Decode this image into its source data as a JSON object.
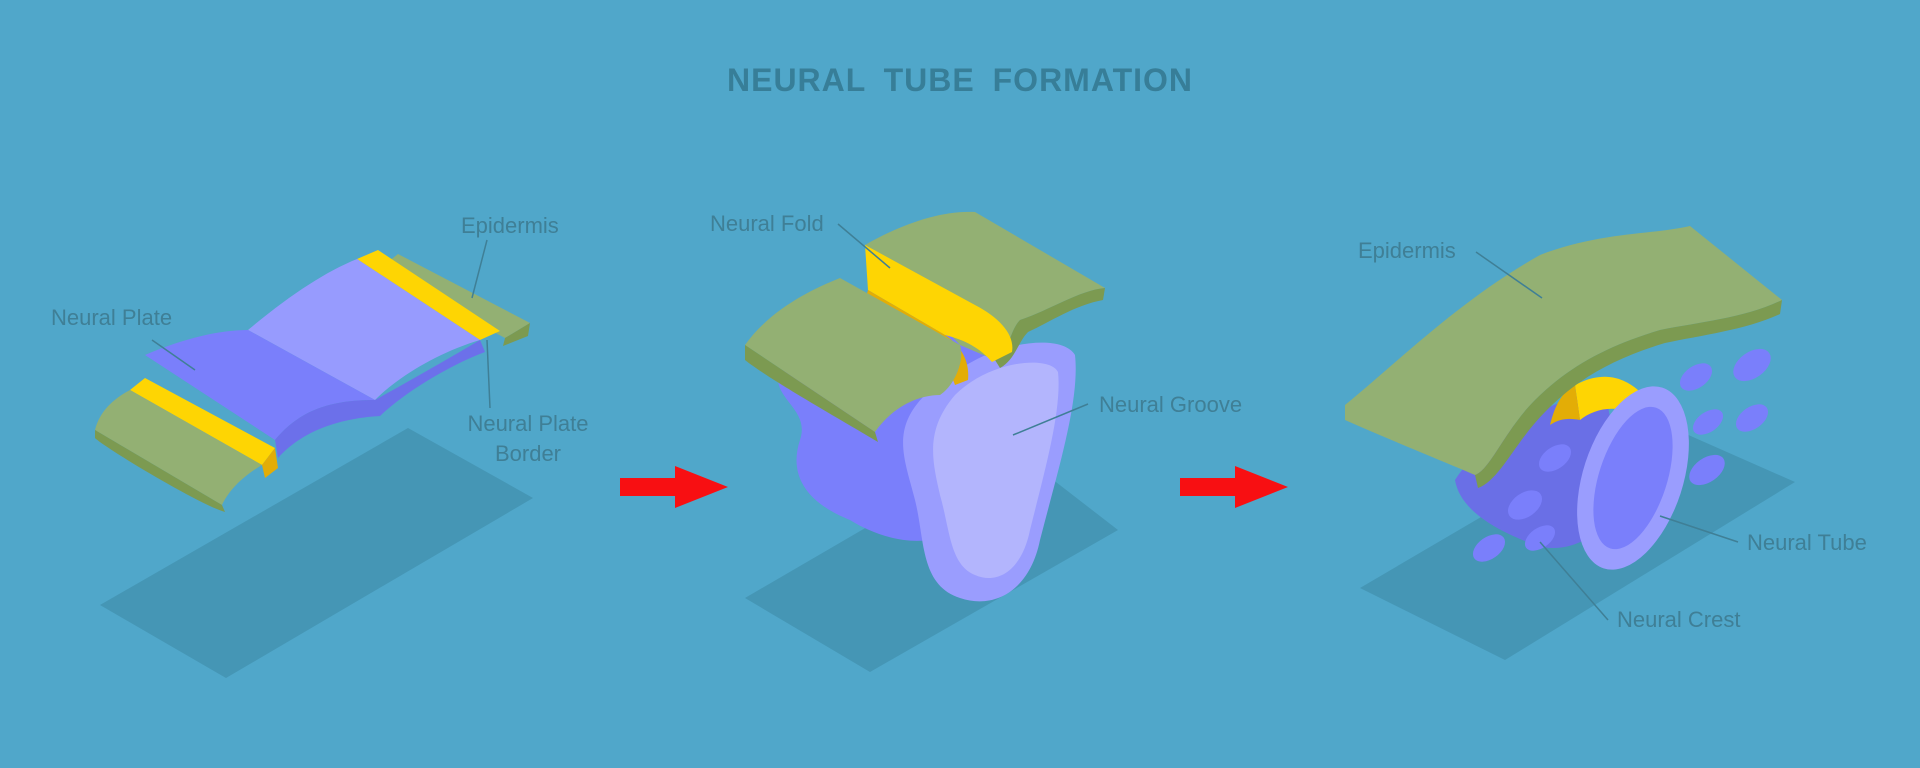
{
  "title": "NEURAL  TUBE  FORMATION",
  "colors": {
    "background": "#50a7ca",
    "shadow": "#4596b5",
    "epidermis": "#93b073",
    "epidermis_edge": "#7c9a51",
    "border_yellow": "#fed503",
    "border_yellow_dark": "#e3ad06",
    "neural_violet": "#7a7ffb",
    "neural_light": "#b3b5fd",
    "arrow_red": "#f80f12",
    "label_text": "#3f7f96",
    "title_text": "#377e98"
  },
  "stages": [
    {
      "name": "neural-plate-stage",
      "labels": {
        "epidermis": "Epidermis",
        "neural_plate": "Neural Plate",
        "neural_plate_border": [
          "Neural Plate",
          "Border"
        ]
      }
    },
    {
      "name": "neural-groove-stage",
      "labels": {
        "neural_fold": "Neural Fold",
        "neural_groove": "Neural Groove"
      }
    },
    {
      "name": "neural-tube-stage",
      "labels": {
        "epidermis": "Epidermis",
        "neural_tube": "Neural Tube",
        "neural_crest": "Neural Crest"
      }
    }
  ],
  "arrows": [
    {
      "name": "arrow-stage-1-to-2",
      "icon": "red-right-arrow-icon"
    },
    {
      "name": "arrow-stage-2-to-3",
      "icon": "red-right-arrow-icon"
    }
  ]
}
